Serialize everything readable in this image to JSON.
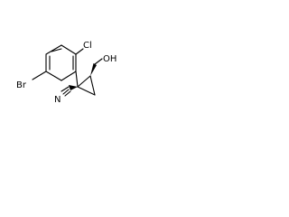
{
  "structure": {
    "atoms": {
      "br": "Br",
      "cl": "Cl",
      "oh": "OH",
      "n": "N"
    }
  },
  "colors": {
    "bond": "#000000",
    "label": "#000000",
    "background": "#ffffff"
  }
}
